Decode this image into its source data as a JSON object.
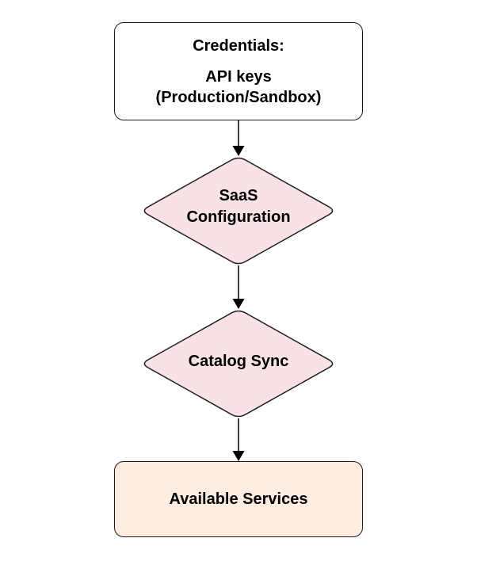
{
  "nodes": {
    "credentials": {
      "title": "Credentials:",
      "subtitle": "API keys (Production/Sandbox)"
    },
    "saas_configuration": {
      "label": "SaaS Configuration"
    },
    "catalog_sync": {
      "label": "Catalog Sync"
    },
    "available_services": {
      "label": "Available Services"
    }
  },
  "colors": {
    "process_fill": "#ffffff",
    "decision_fill": "#f8e2e6",
    "terminal_fill": "#fdecdf",
    "stroke": "#1a1a1a",
    "arrow": "#000000",
    "background": "#ffffff",
    "text": "#000000"
  }
}
